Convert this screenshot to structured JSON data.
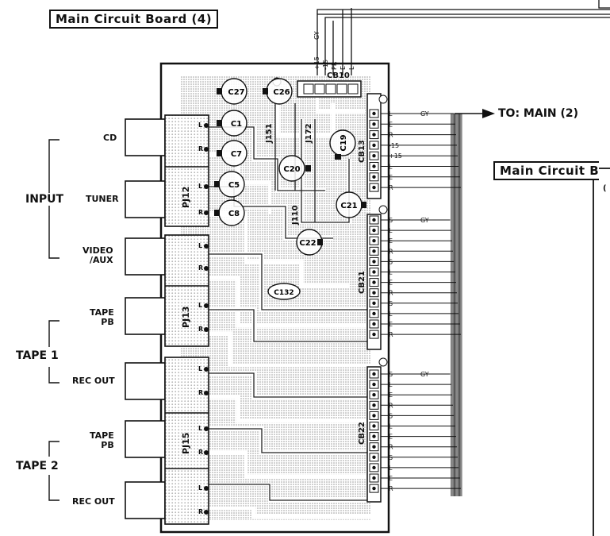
{
  "titles": {
    "main_board": "Main Circuit Board (4)",
    "main_board_right": "Main Circuit B",
    "right_clip": "("
  },
  "destination": "TO: MAIN (2)",
  "top_cable": {
    "wires": [
      "+15",
      "-15",
      "PR",
      "E",
      "L"
    ],
    "marker": "GY"
  },
  "groups": {
    "input": "INPUT",
    "tape1": "TAPE 1",
    "tape2": "TAPE 2"
  },
  "jacks": [
    "CD",
    "TUNER",
    "VIDEO\n/AUX",
    "TAPE\nPB",
    "REC OUT",
    "TAPE\nPB",
    "REC OUT"
  ],
  "connectors": {
    "pj12": "PJ12",
    "pj13": "PJ13",
    "pj15": "PJ15",
    "cb10": "CB10",
    "cb13": "CB13",
    "cb21": "CB21",
    "cb22": "CB22",
    "j151": "J151",
    "j172": "J172",
    "j110": "J110"
  },
  "capacitors": [
    "C27",
    "C26",
    "C1",
    "C7",
    "C5",
    "C8",
    "C19",
    "C20",
    "C21",
    "C22",
    "C132"
  ],
  "cb13_pins": [
    "L",
    "E",
    "R",
    "-15",
    "+15",
    "L",
    "E",
    "R"
  ],
  "cb21_pins": [
    "S",
    "L",
    "E",
    "R",
    "S",
    "L",
    "E",
    "R",
    "S",
    "L",
    "E",
    "R"
  ],
  "cb22_pins": [
    "S",
    "L",
    "E",
    "R",
    "S",
    "L",
    "E",
    "R",
    "S",
    "L",
    "E",
    "R"
  ],
  "gy_marker": "GY",
  "jack_pin_labels": [
    "L",
    "R"
  ]
}
